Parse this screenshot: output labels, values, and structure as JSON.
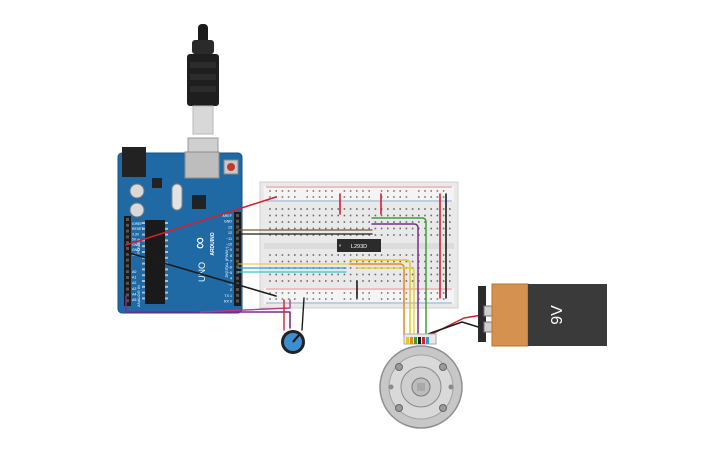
{
  "arduino": {
    "brand": "ARDUINO",
    "model": "UNO",
    "logo_symbol": "∞",
    "digital_label": "DIGITAL (PWM~)",
    "analog_label": "ANALOG IN",
    "power_label": "POWER",
    "digital_pins": [
      "AREF",
      "GND",
      "13",
      "12",
      "~11",
      "~10",
      "~9",
      "8",
      "7",
      "~6",
      "~5",
      "4",
      "~3",
      "2",
      "TX 1",
      "RX 0"
    ],
    "power_pins": [
      "IOREF",
      "RESET",
      "3.3V",
      "5V",
      "GND",
      "GND",
      "VIN"
    ],
    "analog_pins": [
      "A0",
      "A1",
      "A2",
      "A3",
      "A4",
      "A5"
    ],
    "icons": [
      "usb-cable-icon",
      "reset-button-icon",
      "power-jack-icon"
    ]
  },
  "ic": {
    "label": "L293D"
  },
  "battery": {
    "label": "9V",
    "colors": {
      "copper": "#d4914f",
      "body": "#3a3a3a"
    }
  },
  "motor": {
    "icon": "dc-motor-icon"
  },
  "potentiometer": {
    "icon": "potentiometer-icon"
  },
  "wire_colors": {
    "red": "#d3202f",
    "black": "#1c1c1c",
    "purple": "#7b2c8e",
    "magenta": "#b33a8e",
    "green": "#3aa03a",
    "yellow": "#e5c91f",
    "orange": "#e58a1f",
    "blue": "#2d9ad6",
    "cyan": "#3cc1d6",
    "brown": "#7a5a3a"
  }
}
